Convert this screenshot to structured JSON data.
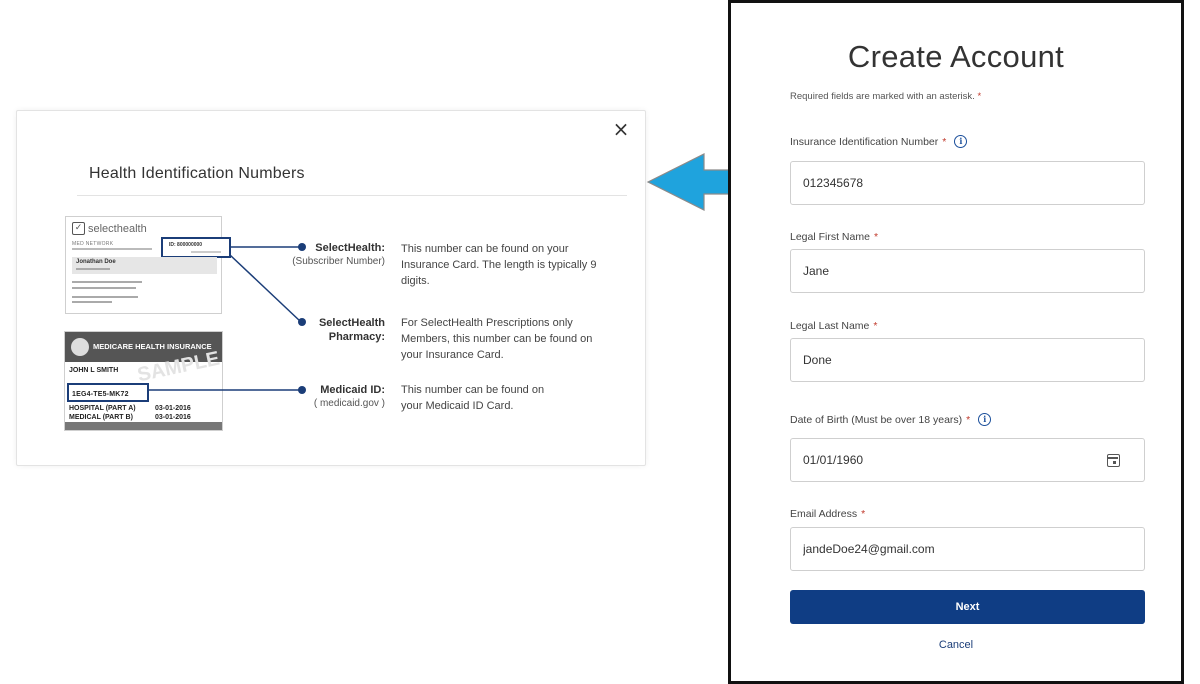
{
  "popup": {
    "title": "Health Identification Numbers",
    "close_icon": "×",
    "card1": {
      "logo_text": "selecthealth",
      "network": "MED NETWORK",
      "id_text": "ID: 800000000",
      "member_name": "Jonathan Doe"
    },
    "card2": {
      "title": "MEDICARE HEALTH INSURANCE",
      "watermark": "SAMPLE",
      "name": "JOHN L SMITH",
      "id": "1EG4-TE5-MK72",
      "rows": [
        {
          "label": "HOSPITAL  (PART A)",
          "date": "03-01-2016"
        },
        {
          "label": "MEDICAL  (PART B)",
          "date": "03-01-2016"
        }
      ]
    },
    "entries": [
      {
        "label": "SelectHealth:",
        "sub": "(Subscriber Number)",
        "text": "This number can be found on your Insurance Card. The length is typically 9 digits."
      },
      {
        "label": "SelectHealth",
        "label2": "Pharmacy:",
        "text": "For SelectHealth Prescriptions only Members, this number can be found on your Insurance Card."
      },
      {
        "label": "Medicaid ID:",
        "sub": "( medicaid.gov )",
        "text": "This number can be found on your Medicaid ID Card."
      }
    ]
  },
  "arrow_color": "#1fa3dd",
  "form": {
    "title": "Create Account",
    "required_note": "Required fields are marked with an asterisk.",
    "asterisk": "*",
    "fields": [
      {
        "label": "Insurance Identification Number",
        "value": "012345678",
        "info": true
      },
      {
        "label": "Legal First Name",
        "value": "Jane"
      },
      {
        "label": "Legal Last Name",
        "value": "Done"
      },
      {
        "label": "Date of Birth (Must be over 18 years)",
        "value": "01/01/1960",
        "info": true
      },
      {
        "label": "Email Address",
        "value": "jandeDoe24@gmail.com"
      }
    ],
    "next_label": "Next",
    "cancel_label": "Cancel"
  },
  "colors": {
    "primary": "#0f3d84",
    "asterisk": "#c0392b",
    "connector": "#1b3d78"
  }
}
